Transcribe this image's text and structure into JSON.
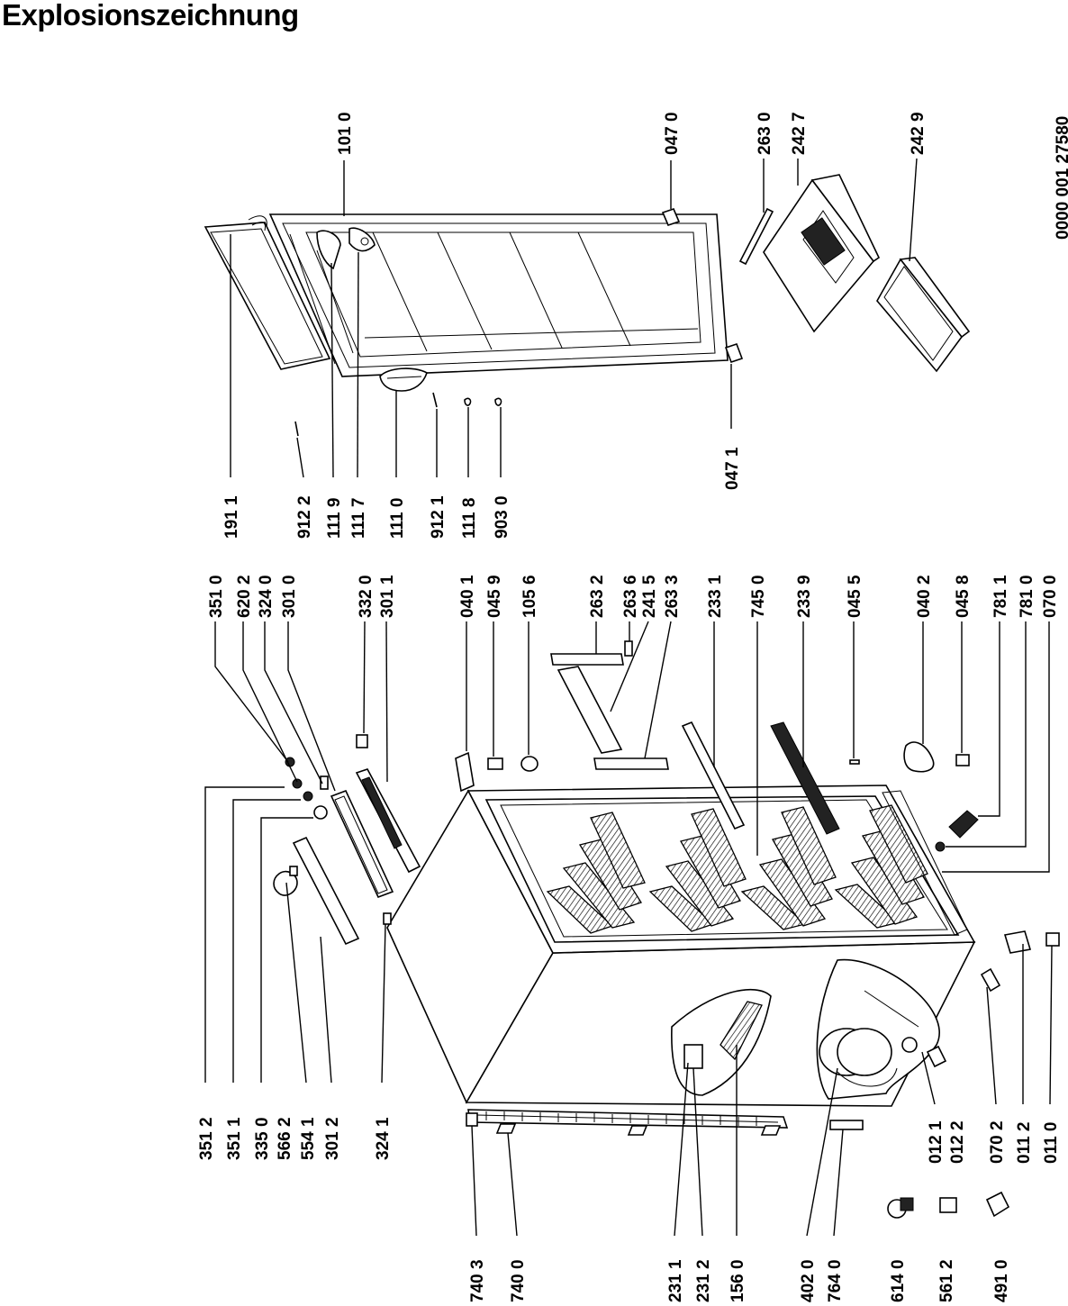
{
  "title": "Explosionszeichnung",
  "doc_number": "0000 001 27580",
  "part_labels": {
    "p3512": "351 2",
    "p3511": "351 1",
    "p3350": "335 0",
    "p5662": "566 2",
    "p5541": "554 1",
    "p3012": "301 2",
    "p3241": "324 1",
    "p7403": "740 3",
    "p7400": "740 0",
    "p2311": "231 1",
    "p2312": "231 2",
    "p1560": "156 0",
    "p4020": "402 0",
    "p7640": "764 0",
    "p6140": "614 0",
    "p5612": "561 2",
    "p4910": "491 0",
    "p0121": "012 1",
    "p0122": "012 2",
    "p0702": "070 2",
    "p0112": "011 2",
    "p0110": "011 0",
    "p3510": "351 0",
    "p6202": "620 2",
    "p3240": "324 0",
    "p3010": "301 0",
    "p3320": "332 0",
    "p3011": "301 1",
    "p0401": "040 1",
    "p0459": "045 9",
    "p1056": "105 6",
    "p2632": "263 2",
    "p2636": "263 6",
    "p2415": "241 5",
    "p2633": "263 3",
    "p2331": "233 1",
    "p7450": "745 0",
    "p2339": "233 9",
    "p0455": "045 5",
    "p0402": "040 2",
    "p0458": "045 8",
    "p7811": "781 1",
    "p7810": "781 0",
    "p0700": "070 0",
    "p1911": "191 1",
    "p9122": "912 2",
    "p1119": "111 9",
    "p1117": "111 7",
    "p1110": "111 0",
    "p9121": "912 1",
    "p1118": "111 8",
    "p9030": "903 0",
    "p0471": "047 1",
    "p1010": "101 0",
    "p0470": "047 0",
    "p2630": "263 0",
    "p2427": "242 7",
    "p2429": "242 9"
  }
}
